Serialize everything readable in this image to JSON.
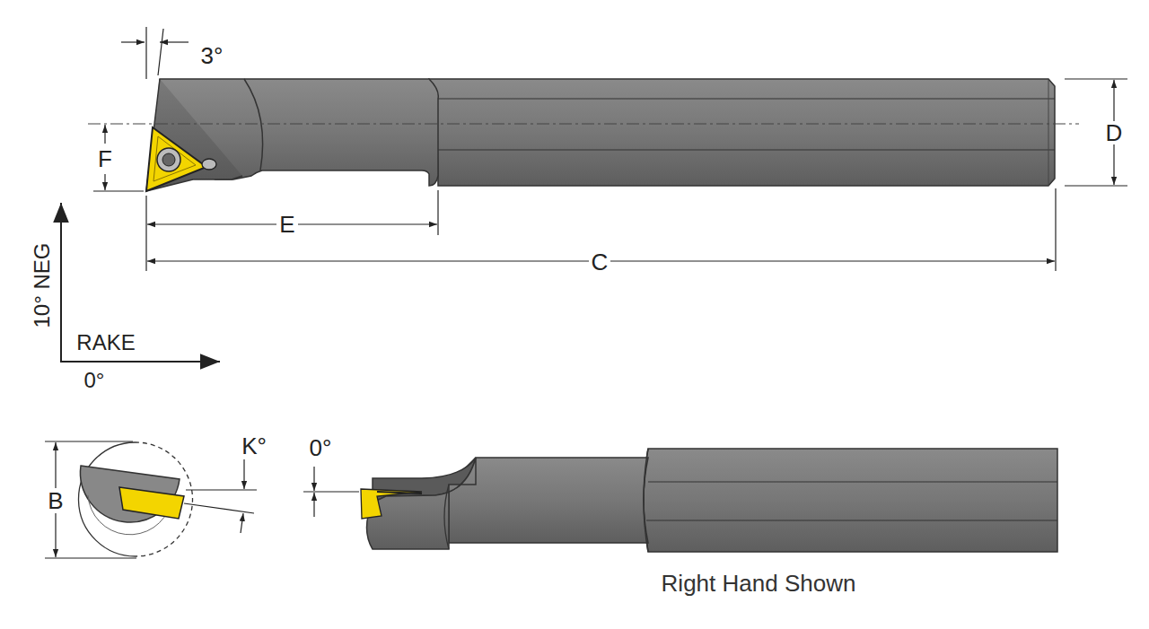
{
  "diagram": {
    "labels": [
      "3°",
      "F",
      "E",
      "C",
      "D",
      "10° NEG",
      "RAKE",
      "0°",
      "B",
      "K°",
      "0°",
      "Right Hand Shown"
    ]
  }
}
